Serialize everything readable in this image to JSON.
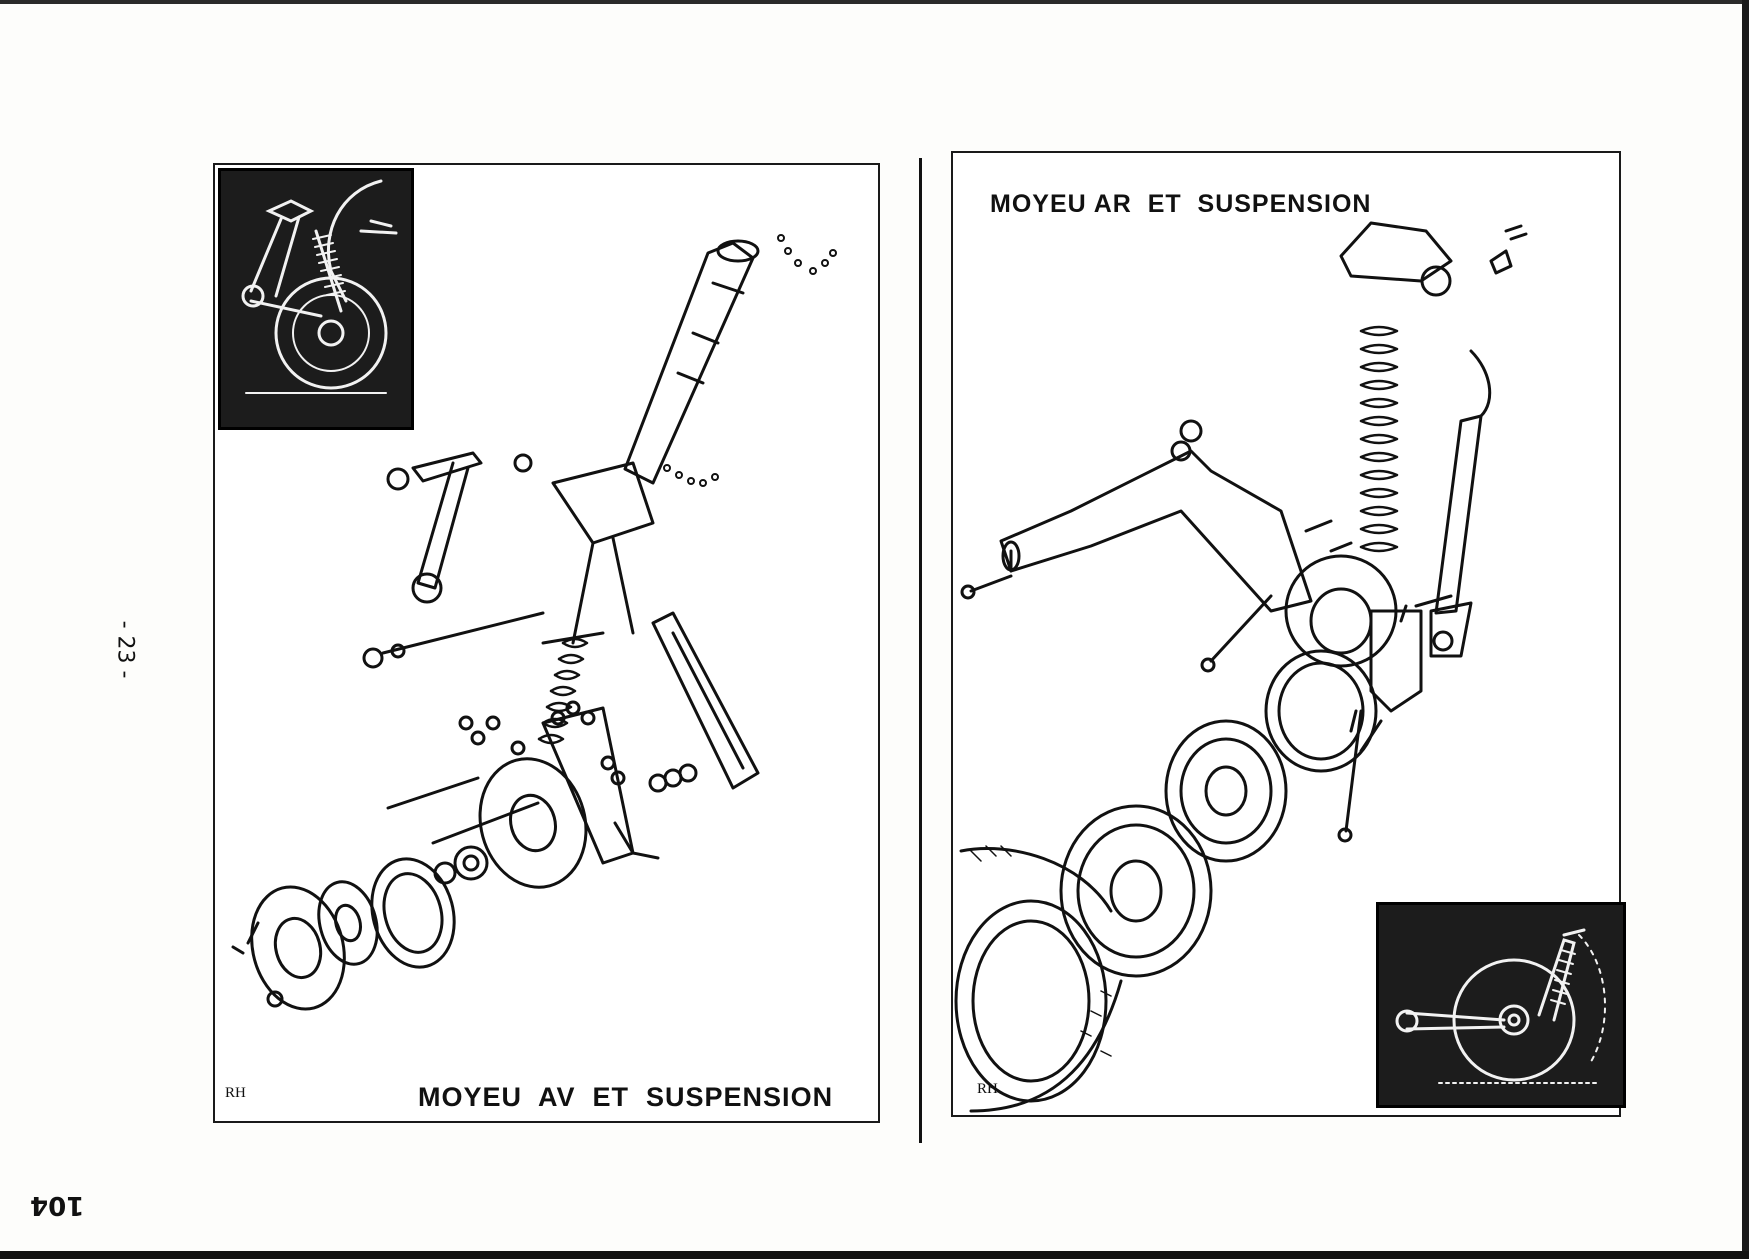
{
  "page": {
    "side_page_number": "- 23 -",
    "bottom_page_number": "104"
  },
  "left_panel": {
    "title": "MOYEU  AV  ET  SUSPENSION",
    "signature": "RH",
    "inset_icon": "front-suspension-schematic-icon",
    "illustration_icon": "front-hub-exploded-view-icon"
  },
  "right_panel": {
    "title": "MOYEU AR  ET  SUSPENSION",
    "signature": "RH",
    "inset_icon": "rear-suspension-schematic-icon",
    "illustration_icon": "rear-hub-exploded-view-icon"
  },
  "colors": {
    "ink": "#111111",
    "paper": "#fdfdfb",
    "inset": "#1c1c1c"
  }
}
